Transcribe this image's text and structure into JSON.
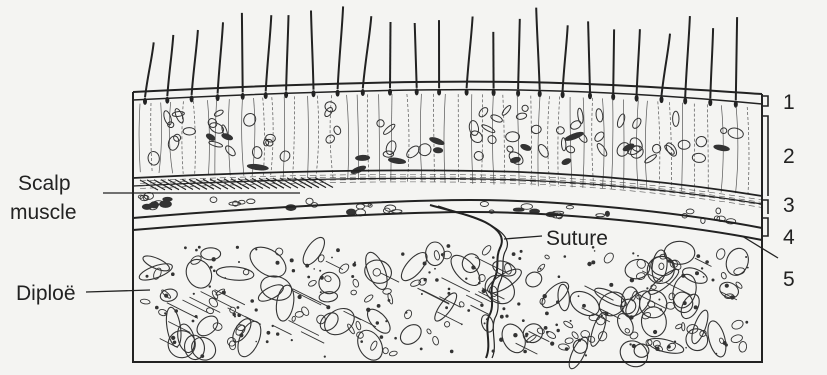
{
  "labels": {
    "scalp_muscle_line1": "Scalp",
    "scalp_muscle_line2": "muscle",
    "diploe": "Diploë",
    "suture": "Suture",
    "layer_1": "1",
    "layer_2": "2",
    "layer_3": "3",
    "layer_4": "4",
    "layer_5": "5"
  },
  "colors": {
    "background": "#f4f4f2",
    "ink": "#222222"
  }
}
